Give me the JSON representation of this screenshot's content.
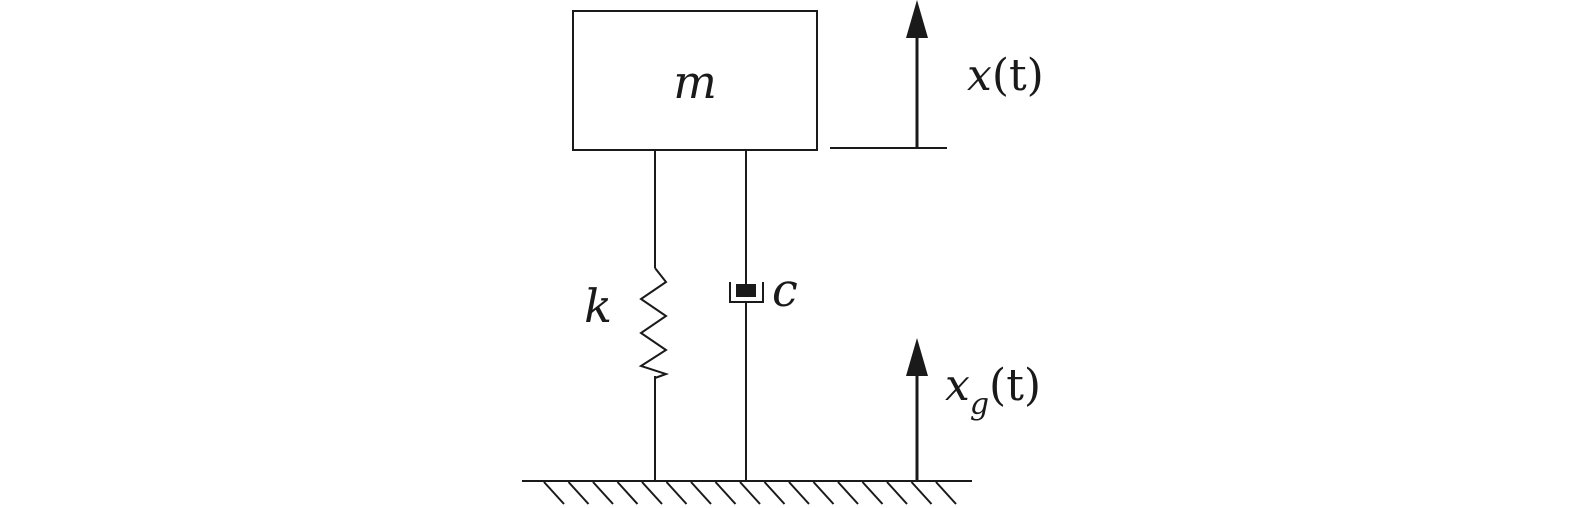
{
  "labels": {
    "mass": "m",
    "stiffness": "k",
    "damping": "c",
    "mass_displacement_var": "x",
    "mass_displacement_arg": "(t)",
    "ground_displacement_var": "x",
    "ground_displacement_sub": "g",
    "ground_displacement_arg": "(t)"
  },
  "colors": {
    "line": "#1a1a1a",
    "background": "#ffffff"
  }
}
